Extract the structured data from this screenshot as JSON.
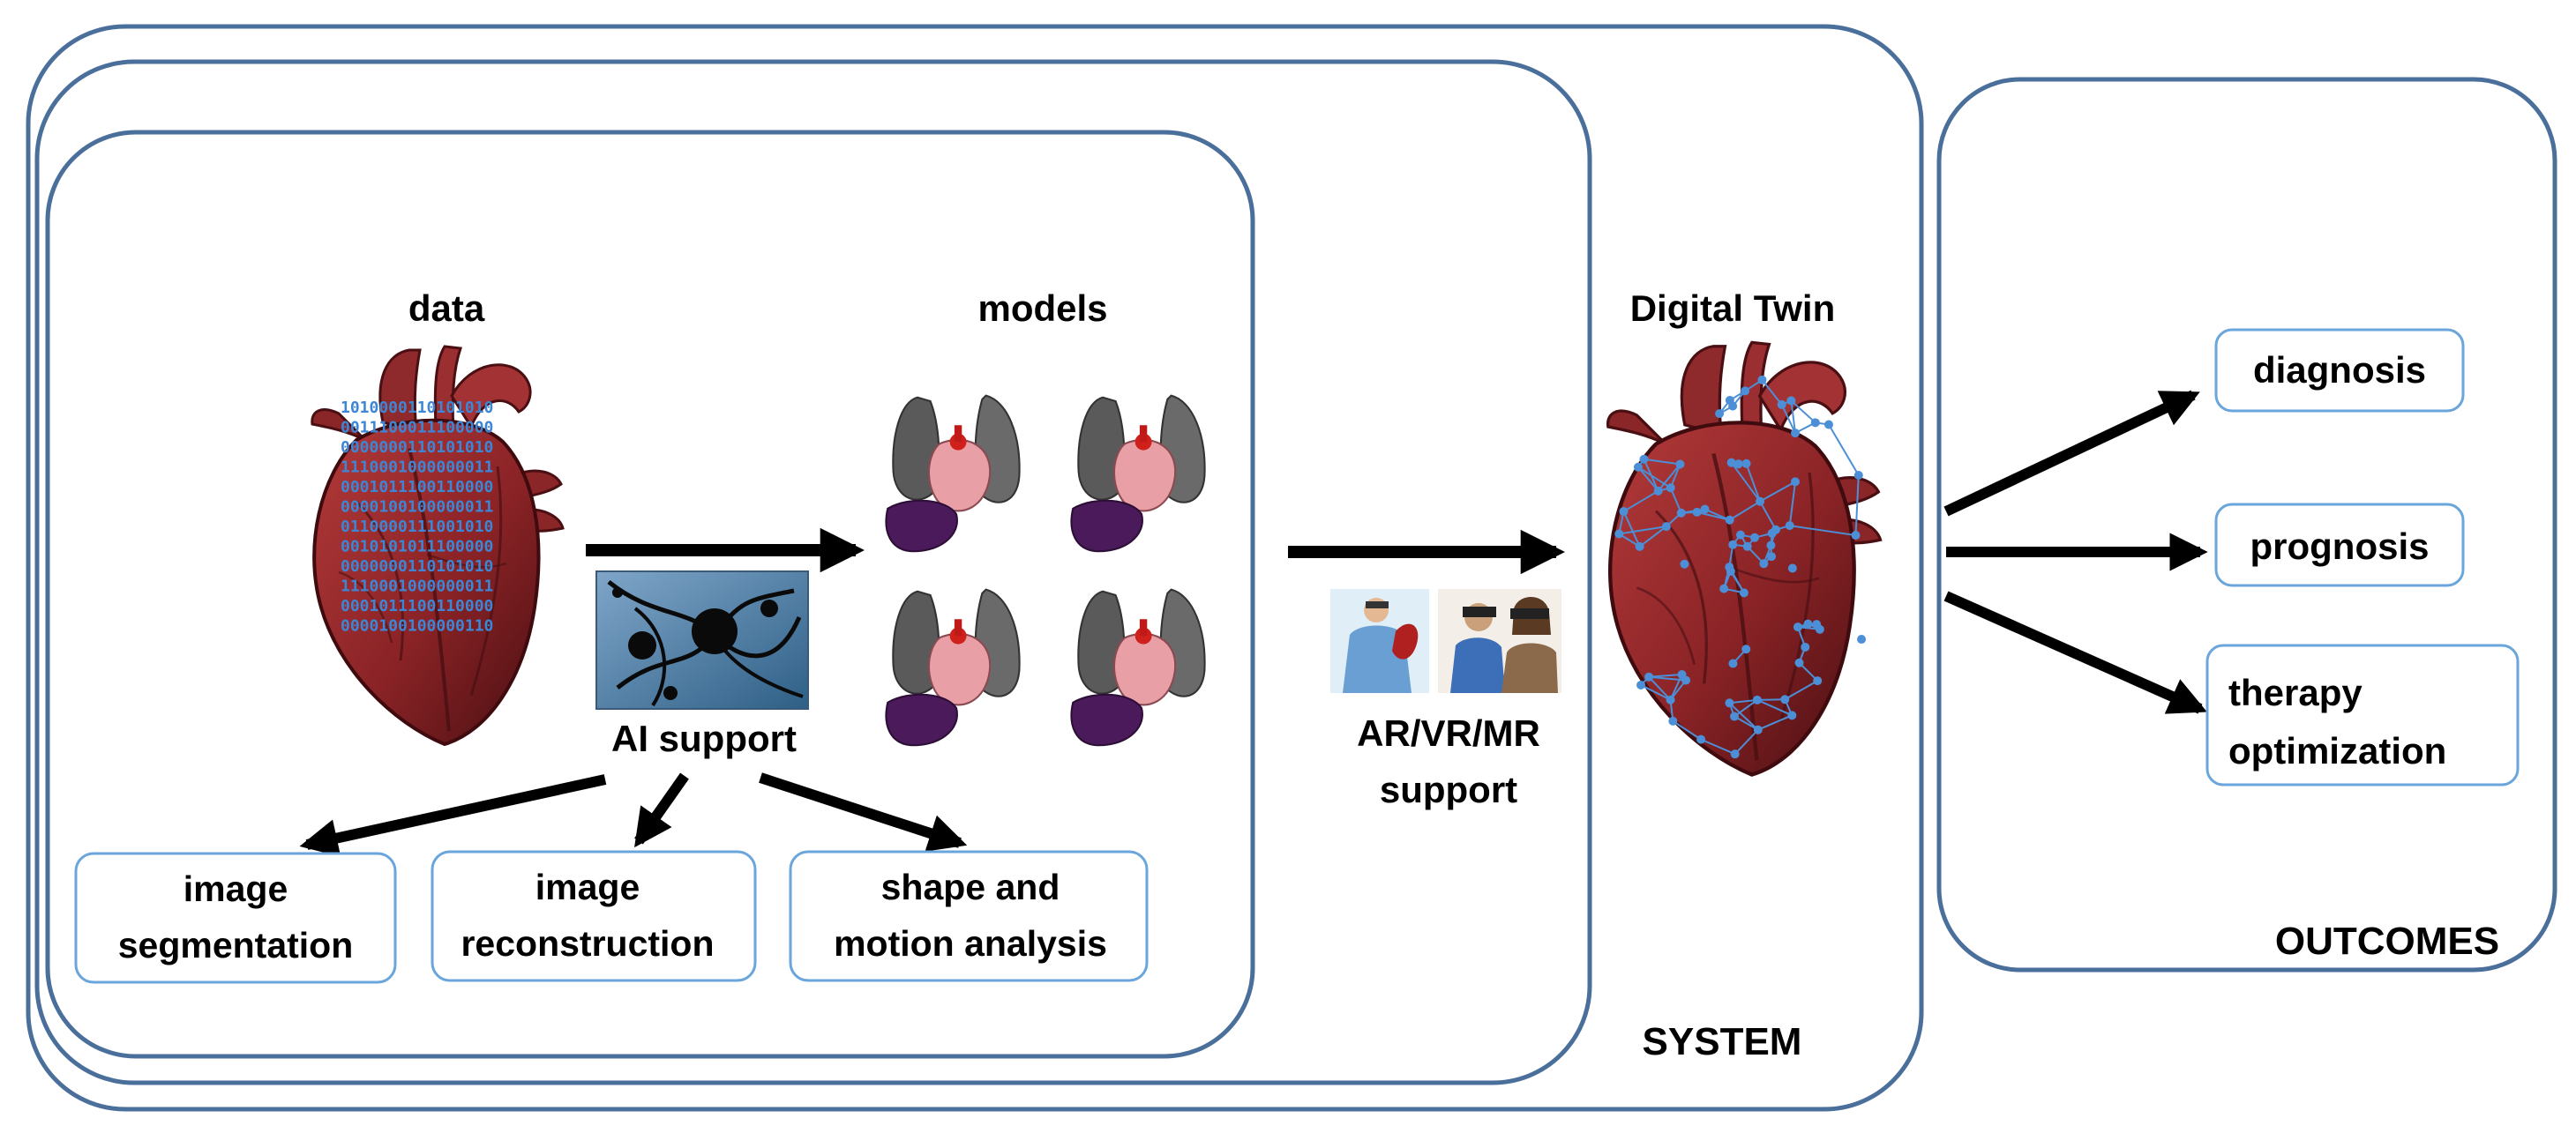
{
  "colors": {
    "frame": "#4a6f9b",
    "box_border": "#6aa6dc",
    "heart_dark": "#5a1418",
    "heart_red": "#9c2b2b",
    "mesh": "#4c8fd6",
    "binary": "#3d86d6",
    "arrow": "#000000"
  },
  "labels": {
    "data": "data",
    "models": "models",
    "ai_support": "AI support",
    "digital_twin": "Digital Twin",
    "arvr_line1": "AR/VR/MR",
    "arvr_line2": "support",
    "system": "SYSTEM",
    "outcomes": "OUTCOMES"
  },
  "tasks": [
    {
      "line1": "image",
      "line2": "segmentation"
    },
    {
      "line1": "image",
      "line2": "reconstruction"
    },
    {
      "line1": "shape and",
      "line2": "motion analysis"
    }
  ],
  "outcome_items": [
    {
      "line1": "diagnosis",
      "line2": ""
    },
    {
      "line1": "prognosis",
      "line2": ""
    },
    {
      "line1": "therapy",
      "line2": "optimization"
    }
  ],
  "binary_lines": [
    "1010000110101010",
    "0011100011100000",
    "0000000110101010",
    "1110001000000011",
    "0001011100110000",
    "0000100100000011",
    "0110000111001010",
    "0010101011100000",
    "0000000110101010",
    "1110001000000011",
    "0001011100110000",
    "0000100100000110"
  ],
  "icons": {
    "data_heart": "anatomical-heart-icon",
    "ai_image": "neural-network-icon",
    "models": "heart-lung-model-icon",
    "arvr_image": "mixed-reality-users-icon",
    "twin_heart": "heart-mesh-icon"
  }
}
